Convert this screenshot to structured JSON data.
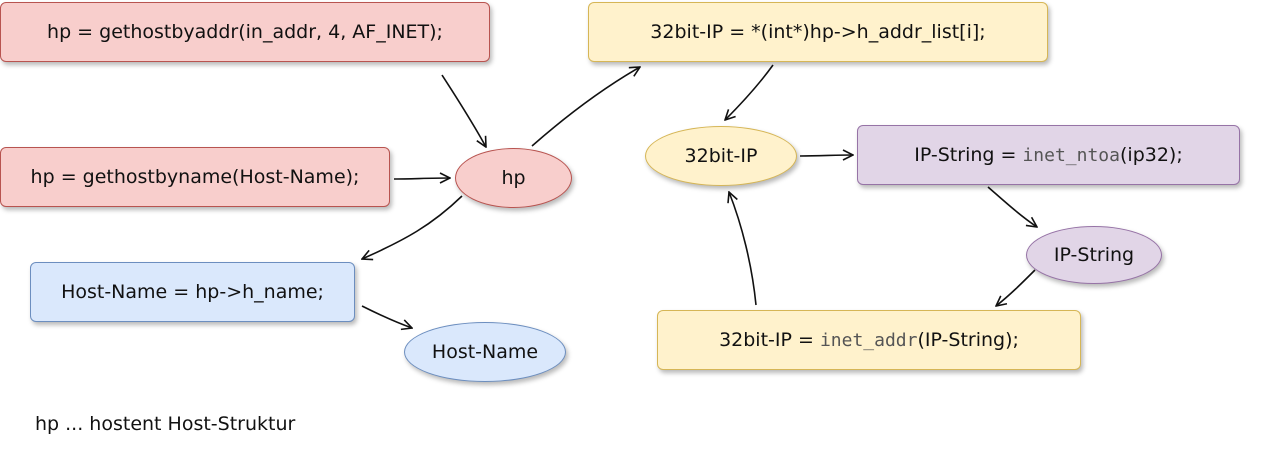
{
  "nodes": {
    "gethostbyaddr": "hp = gethostbyaddr(in_addr, 4, AF_INET);",
    "gethostbyname": "hp = gethostbyname(Host-Name);",
    "hp": "hp",
    "host_name_assign": "Host-Name = hp->h_name;",
    "host_name": "Host-Name",
    "addr_list_assign": "32bit-IP = *(int*)hp->h_addr_list[i];",
    "ip32": "32bit-IP",
    "ntoa": {
      "pre": "IP-String = ",
      "func": "inet_ntoa",
      "post": "(ip32);"
    },
    "ip_string": "IP-String",
    "inet_addr": {
      "pre": "32bit-IP = ",
      "func": "inet_addr",
      "post": "(IP-String);"
    }
  },
  "note": "hp ... hostent Host-Struktur",
  "colors": {
    "red_fill": "#f8cecc",
    "red_stroke": "#b85450",
    "yellow_fill": "#fff2cc",
    "yellow_stroke": "#d6b656",
    "purple_fill": "#e1d5e7",
    "purple_stroke": "#9673a6",
    "blue_fill": "#dae8fc",
    "blue_stroke": "#6c8ebf"
  }
}
